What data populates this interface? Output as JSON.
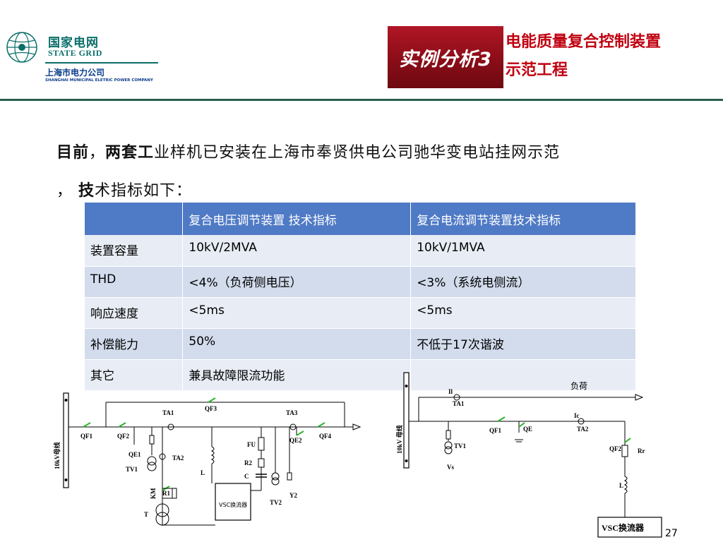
{
  "header": {
    "brand_cn": "国家电网",
    "brand_en": "STATE GRID",
    "brand_sub_cn": "上海市电力公司",
    "brand_sub_en": "SHANGHAI MUNICIPAL ELETRIC POWER COMPANY",
    "case_label": "实例分析3",
    "case_title_line1": "电能质量复合控制装置",
    "case_title_line2": "示范工程"
  },
  "intro": {
    "part1": "目前",
    "part2": "，",
    "part3": "两套工",
    "part4": "业样机已安装在上海市奉贤供电公司驰华变电站挂网示范",
    "part5": "，",
    "part6": "技",
    "part7": "术指标如下："
  },
  "table": {
    "headers": [
      "",
      "复合电压调节装置 技术指标",
      "复合电流调节装置技术指标"
    ],
    "rows": [
      [
        "装置容量",
        "10kV/2MVA",
        "10kV/1MVA"
      ],
      [
        "THD",
        "<4%（负荷侧电压）",
        "<3%（系统电侧流）"
      ],
      [
        "响应速度",
        "<5ms",
        "<5ms"
      ],
      [
        "补偿能力",
        "50%",
        "不低于17次谐波"
      ],
      [
        "其它",
        "兼具故障限流功能",
        ""
      ]
    ]
  },
  "diagram_left": {
    "bus_label": "10kV母线",
    "qf1": "QF1",
    "qf2": "QF2",
    "qf3": "QF3",
    "qf4": "QF4",
    "qe1": "QE1",
    "qe2": "QE2",
    "ta1": "TA1",
    "ta2": "TA2",
    "ta3": "TA3",
    "tv1": "TV1",
    "tv2": "TV2",
    "km": "KM",
    "r1": "R1",
    "t": "T",
    "l": "L",
    "fu": "FU",
    "r2": "R2",
    "c": "C",
    "y2": "Y2",
    "converter": "VSC换流器"
  },
  "diagram_right": {
    "bus_label": "10kV 母线",
    "load": "负荷",
    "il": "Il",
    "ic": "Ic",
    "ta1": "TA1",
    "ta2": "TA2",
    "qf1": "QF1",
    "qf2": "QF2",
    "qe": "QE",
    "tv1": "TV1",
    "vs": "Vs",
    "rr": "Rr",
    "l": "L",
    "converter": "VSC换流器"
  },
  "page_number": "27",
  "colors": {
    "brand_green": "#0a6e6a",
    "case_red": "#8a0d18",
    "title_red": "#c00010",
    "table_header": "#4f7ac5",
    "row_light": "#e8edf5",
    "row_dark": "#d2dcec",
    "switch_green": "#2bb52b"
  }
}
